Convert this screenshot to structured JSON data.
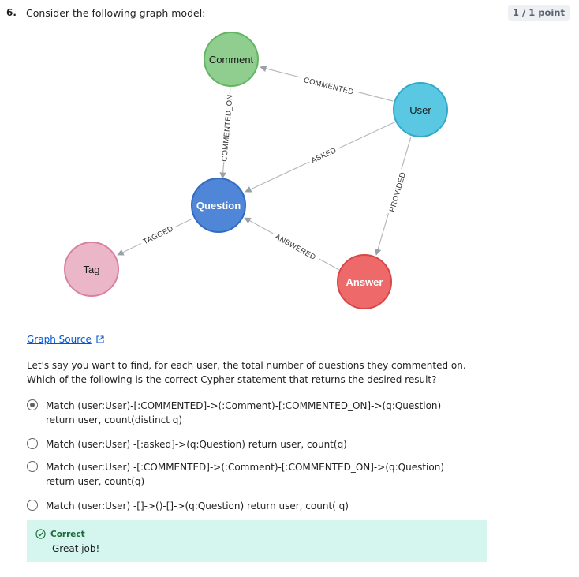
{
  "question": {
    "number": "6.",
    "text": "Consider the following graph model:",
    "points": "1 / 1 point"
  },
  "graph": {
    "nodes": {
      "comment": "Comment",
      "user": "User",
      "question": "Question",
      "tag": "Tag",
      "answer": "Answer"
    },
    "relationships": {
      "commented": "COMMENTED",
      "commented_on": "COMMENTED_ON",
      "asked": "ASKED",
      "provided": "PROVIDED",
      "tagged": "TAGGED",
      "answered": "ANSWERED"
    },
    "colors": {
      "comment": "#8fce8f",
      "user": "#5bc8e3",
      "question": "#4f86d7",
      "tag": "#ebb6c8",
      "answer": "#ee6a6a"
    }
  },
  "link": {
    "label": "Graph Source"
  },
  "prompt": "Let's say you want to find, for each user, the total number of questions they commented on. Which of the following is the correct Cypher statement that returns the desired result?",
  "options": [
    {
      "label": "Match (user:User)-[:COMMENTED]->(:Comment)-[:COMMENTED_ON]->(q:Question) return user, count(distinct q)",
      "selected": true
    },
    {
      "label": "Match (user:User) -[:asked]->(q:Question) return user, count(q)",
      "selected": false
    },
    {
      "label": "Match (user:User) -[:COMMENTED]->(:Comment)-[:COMMENTED_ON]->(q:Question) return user, count(q)",
      "selected": false
    },
    {
      "label": "Match (user:User) -[]->()-[]->(q:Question) return user, count( q)",
      "selected": false
    }
  ],
  "feedback": {
    "status": "Correct",
    "message": "Great job!"
  }
}
